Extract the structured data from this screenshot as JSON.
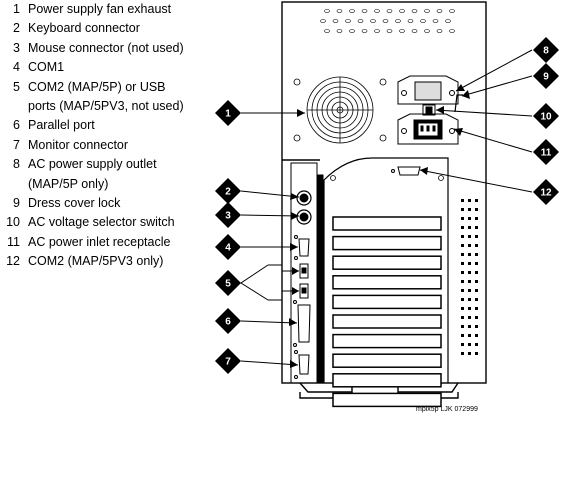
{
  "legend": [
    {
      "number": "1",
      "text": "Power supply fan exhaust"
    },
    {
      "number": "2",
      "text": "Keyboard connector"
    },
    {
      "number": "3",
      "text": "Mouse connector (not used)"
    },
    {
      "number": "4",
      "text": "COM1"
    },
    {
      "number": "5",
      "text": "COM2 (MAP/5P) or USB\nports (MAP/5PV3, not used)"
    },
    {
      "number": "6",
      "text": "Parallel port"
    },
    {
      "number": "7",
      "text": "Monitor connector"
    },
    {
      "number": "8",
      "text": "AC power supply outlet\n(MAP/5P only)"
    },
    {
      "number": "9",
      "text": "Dress cover lock"
    },
    {
      "number": "10",
      "text": "AC voltage selector switch"
    },
    {
      "number": "11",
      "text": "AC power inlet receptacle"
    },
    {
      "number": "12",
      "text": "COM2 (MAP/5PV3 only)"
    }
  ],
  "callouts": [
    "1",
    "2",
    "3",
    "4",
    "5",
    "6",
    "7",
    "8",
    "9",
    "10",
    "11",
    "12"
  ],
  "credit": "mpix5p LJK 072999"
}
